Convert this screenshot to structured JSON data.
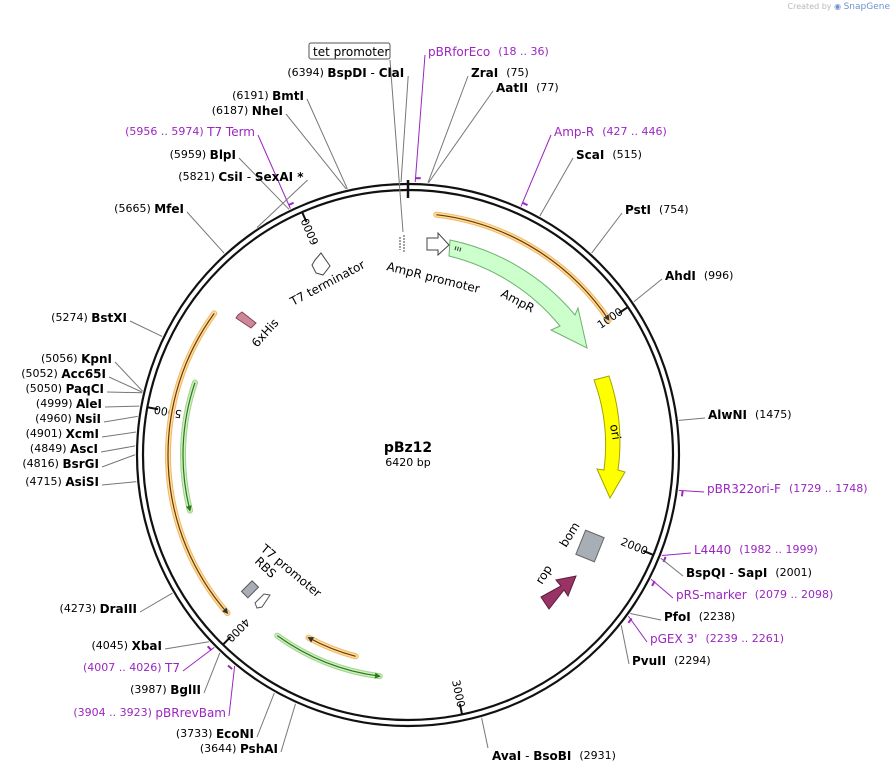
{
  "credit": {
    "created_by": "Created by",
    "brand": "SnapGene"
  },
  "plasmid": {
    "name": "pBz12",
    "size_label": "6420 bp",
    "length": 6420
  },
  "colors": {
    "feature_purple": "#9b26c0",
    "label_black": "#000000",
    "backbone": "#111111"
  },
  "ticks": [
    {
      "pos": 1000,
      "label": "1000"
    },
    {
      "pos": 2000,
      "label": "2000"
    },
    {
      "pos": 3000,
      "label": "3000"
    },
    {
      "pos": 4000,
      "label": "4000"
    },
    {
      "pos": 5000,
      "label": "5000"
    },
    {
      "pos": 6000,
      "label": "6000"
    }
  ],
  "features": [
    {
      "id": "ampr-promoter",
      "label": "AmpR promoter",
      "type": "promoter",
      "shape": "hollow-arrow"
    },
    {
      "id": "ampr",
      "label": "AmpR",
      "type": "cds",
      "shape": "arc-arrow",
      "color": "#ccffcc",
      "stroke": "#6db36d"
    },
    {
      "id": "ori",
      "label": "ori",
      "type": "origin",
      "shape": "arc-arrow",
      "color": "#ffff00",
      "stroke": "#a5a500"
    },
    {
      "id": "bom",
      "label": "bom",
      "type": "misc",
      "shape": "box",
      "color": "#a8aeb6",
      "stroke": "#666666"
    },
    {
      "id": "rop",
      "label": "rop",
      "type": "cds",
      "shape": "fat-arrow",
      "color": "#993366",
      "stroke": "#5d1e3d"
    },
    {
      "id": "t7-promoter",
      "label": "T7 promoter",
      "type": "promoter",
      "shape": "hollow-arrow"
    },
    {
      "id": "rbs",
      "label": "RBS",
      "type": "rbs",
      "shape": "small-box",
      "color": "#a8aeb6"
    },
    {
      "id": "his",
      "label": "6xHis",
      "type": "tag",
      "shape": "small-arrow",
      "color": "#cc8899"
    },
    {
      "id": "t7-terminator",
      "label": "T7 terminator",
      "type": "terminator",
      "shape": "hollow-arrow"
    },
    {
      "id": "tet-promoter",
      "label": "tet promoter",
      "type": "promoter",
      "shape": "boxed-label"
    }
  ],
  "labels": {
    "left": [
      {
        "id": "bspdi",
        "num": "(6394)",
        "name": "BspDI",
        "extra": "ClaI",
        "pos": 6394
      },
      {
        "id": "bmti",
        "num": "(6191)",
        "name": "BmtI",
        "pos": 6191
      },
      {
        "id": "nhei",
        "num": "(6187)",
        "name": "NheI",
        "pos": 6187
      },
      {
        "id": "t7term",
        "num": "(5956 .. 5974)",
        "name": "T7 Term",
        "primer": true,
        "pos": 5965
      },
      {
        "id": "blpi",
        "num": "(5959)",
        "name": "BlpI",
        "pos": 5959
      },
      {
        "id": "csii",
        "num": "(5821)",
        "name": "CsiI",
        "extra": "SexAI *",
        "pos": 5821
      },
      {
        "id": "mfei",
        "num": "(5665)",
        "name": "MfeI",
        "pos": 5665
      },
      {
        "id": "bstxi",
        "num": "(5274)",
        "name": "BstXI",
        "pos": 5274
      },
      {
        "id": "kpni",
        "num": "(5056)",
        "name": "KpnI",
        "pos": 5056
      },
      {
        "id": "acc65i",
        "num": "(5052)",
        "name": "Acc65I",
        "pos": 5052
      },
      {
        "id": "paqci",
        "num": "(5050)",
        "name": "PaqCI",
        "pos": 5050
      },
      {
        "id": "alei",
        "num": "(4999)",
        "name": "AleI",
        "pos": 4999
      },
      {
        "id": "nsii",
        "num": "(4960)",
        "name": "NsiI",
        "pos": 4960
      },
      {
        "id": "xcmi",
        "num": "(4901)",
        "name": "XcmI",
        "pos": 4901
      },
      {
        "id": "asci",
        "num": "(4849)",
        "name": "AscI",
        "pos": 4849
      },
      {
        "id": "bsrgi",
        "num": "(4816)",
        "name": "BsrGI",
        "pos": 4816
      },
      {
        "id": "asisi",
        "num": "(4715)",
        "name": "AsiSI",
        "pos": 4715
      },
      {
        "id": "draiii",
        "num": "(4273)",
        "name": "DraIII",
        "pos": 4273
      },
      {
        "id": "xbai",
        "num": "(4045)",
        "name": "XbaI",
        "pos": 4045
      },
      {
        "id": "t7",
        "num": "(4007 .. 4026)",
        "name": "T7",
        "primer": true,
        "pos": 4016
      },
      {
        "id": "bglii",
        "num": "(3987)",
        "name": "BglII",
        "pos": 3987
      },
      {
        "id": "pbrrevbam",
        "num": "(3904 .. 3923)",
        "name": "pBRrevBam",
        "primer": true,
        "pos": 3913
      },
      {
        "id": "econi",
        "num": "(3733)",
        "name": "EcoNI",
        "pos": 3733
      },
      {
        "id": "pshai",
        "num": "(3644)",
        "name": "PshAI",
        "pos": 3644
      }
    ],
    "right": [
      {
        "id": "pbrforeco",
        "name": "pBRforEco",
        "num": "(18 .. 36)",
        "primer": true,
        "pos": 27
      },
      {
        "id": "zrai",
        "name": "ZraI",
        "num": "(75)",
        "pos": 75
      },
      {
        "id": "aatii",
        "name": "AatII",
        "num": "(77)",
        "pos": 77
      },
      {
        "id": "ampr-primer",
        "name": "Amp-R",
        "num": "(427 .. 446)",
        "primer": true,
        "pos": 436
      },
      {
        "id": "scai",
        "name": "ScaI",
        "num": "(515)",
        "pos": 515
      },
      {
        "id": "psti",
        "name": "PstI",
        "num": "(754)",
        "pos": 754
      },
      {
        "id": "ahdi",
        "name": "AhdI",
        "num": "(996)",
        "pos": 996
      },
      {
        "id": "alwni",
        "name": "AlwNI",
        "num": "(1475)",
        "pos": 1475
      },
      {
        "id": "pbr322ori",
        "name": "pBR322ori-F",
        "num": "(1729 .. 1748)",
        "primer": true,
        "pos": 1738
      },
      {
        "id": "l4440",
        "name": "L4440",
        "num": "(1982 .. 1999)",
        "primer": true,
        "pos": 1990
      },
      {
        "id": "bspqi",
        "name": "BspQI",
        "extra": "SapI",
        "num": "(2001)",
        "pos": 2001
      },
      {
        "id": "prs",
        "name": "pRS-marker",
        "num": "(2079 .. 2098)",
        "primer": true,
        "pos": 2088
      },
      {
        "id": "pfoi",
        "name": "PfoI",
        "num": "(2238)",
        "pos": 2238
      },
      {
        "id": "pgex",
        "name": "pGEX 3'",
        "num": "(2239 .. 2261)",
        "primer": true,
        "pos": 2250
      },
      {
        "id": "pvuii",
        "name": "PvuII",
        "num": "(2294)",
        "pos": 2294
      },
      {
        "id": "avai",
        "name": "AvaI",
        "extra": "BsoBI",
        "num": "(2931)",
        "pos": 2931
      }
    ]
  }
}
